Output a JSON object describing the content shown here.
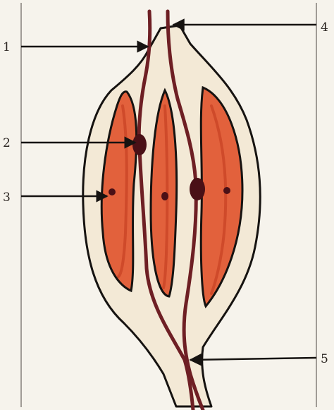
{
  "diagram": {
    "labels": {
      "label_1": "1",
      "label_2": "2",
      "label_3": "3",
      "label_4": "4",
      "label_5": "5"
    },
    "colors": {
      "background": "#f6f3ec",
      "outline": "#161311",
      "capsule_fill": "#f3e9d6",
      "muscle_fiber": "#e2613c",
      "fiber_core": "#cf4a2a",
      "nerve_fiber": "#6e1f24",
      "nucleus": "#4a1016",
      "leader_line": "#161311",
      "frame_line": "#8a8580"
    }
  }
}
